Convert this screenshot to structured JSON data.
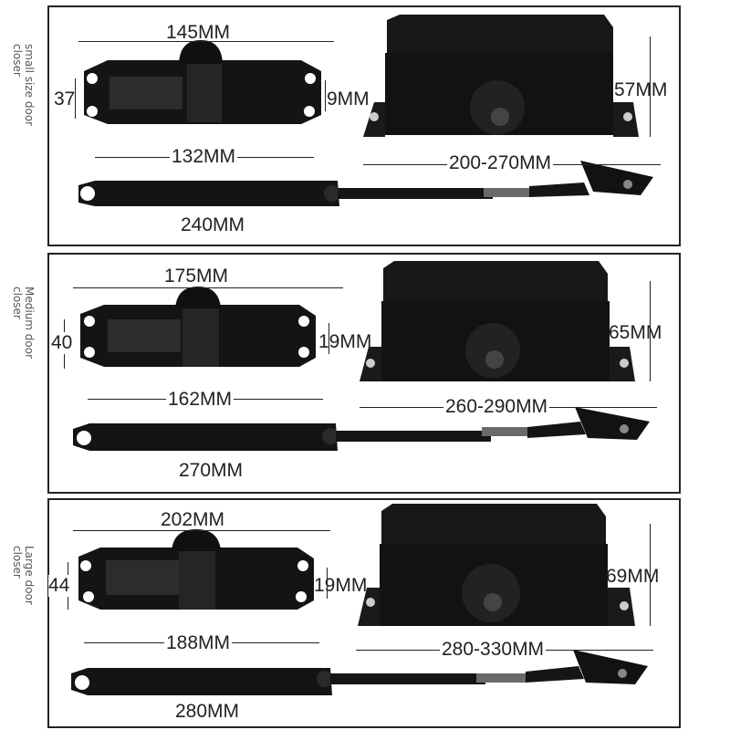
{
  "panels": [
    {
      "size_label": "small size door\ncloser",
      "body_length": "145MM",
      "body_height": "37",
      "hole_offset": "9MM",
      "hole_spacing": "132MM",
      "box_height": "57MM",
      "arm_reach": "200-270MM",
      "arm_length": "240MM"
    },
    {
      "size_label": "Medium door\ncloser",
      "body_length": "175MM",
      "body_height": "40",
      "hole_offset": "19MM",
      "hole_spacing": "162MM",
      "box_height": "65MM",
      "arm_reach": "260-290MM",
      "arm_length": "270MM"
    },
    {
      "size_label": "Large door\ncloser",
      "body_length": "202MM",
      "body_height": "44",
      "hole_offset": "19MM",
      "hole_spacing": "188MM",
      "box_height": "69MM",
      "arm_reach": "280-330MM",
      "arm_length": "280MM"
    }
  ],
  "colors": {
    "product": "#141414",
    "highlight": "#3a3a3a",
    "frame": "#222222"
  }
}
